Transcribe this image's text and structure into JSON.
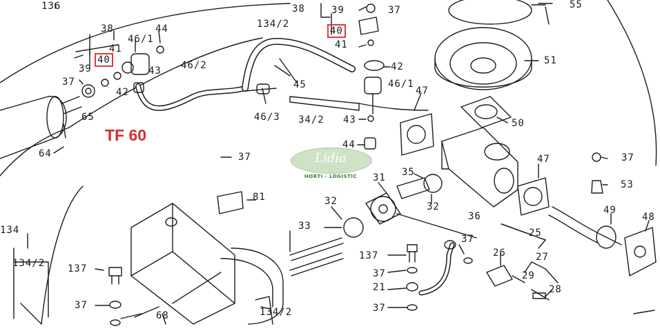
{
  "title": "TF 60",
  "highlight_color": "#e53935",
  "logo": {
    "word": "Lidia",
    "subtitle": "HORTI - LOGISTIC"
  },
  "labels": {
    "l136": "136",
    "l38a": "38",
    "l41a": "41",
    "l40a": "40",
    "l461a": "46/1",
    "l44a": "44",
    "l39a": "39",
    "l43a": "43",
    "l462": "46/2",
    "l37a": "37",
    "l42a": "42",
    "l65": "65",
    "l64": "64",
    "l1342a": "134/2",
    "l38b": "38",
    "l39b": "39",
    "l37b": "37",
    "l40b": "40",
    "l41b": "41",
    "l42b": "42",
    "l45": "45",
    "l461b": "46/1",
    "l463": "46/3",
    "l342a": "34/2",
    "l43b": "43",
    "l44b": "44",
    "l47a": "47",
    "l55": "55",
    "l51": "51",
    "l50": "50",
    "l37c": "37",
    "l81": "81",
    "l31": "31",
    "l35": "35",
    "l32a": "32",
    "l32b": "32",
    "l36": "36",
    "l47b": "47",
    "l37d": "37",
    "l53": "53",
    "l49": "49",
    "l48": "48",
    "l134": "134",
    "l1342b": "134/2",
    "l137a": "137",
    "l37e": "37",
    "l68": "68",
    "l1342c": "134/2",
    "l33": "33",
    "l137b": "137",
    "l37f": "37",
    "l21": "21",
    "l37g": "37",
    "l37h": "37",
    "l26": "26",
    "l25": "25",
    "l27": "27",
    "l29": "29",
    "l28": "28"
  }
}
